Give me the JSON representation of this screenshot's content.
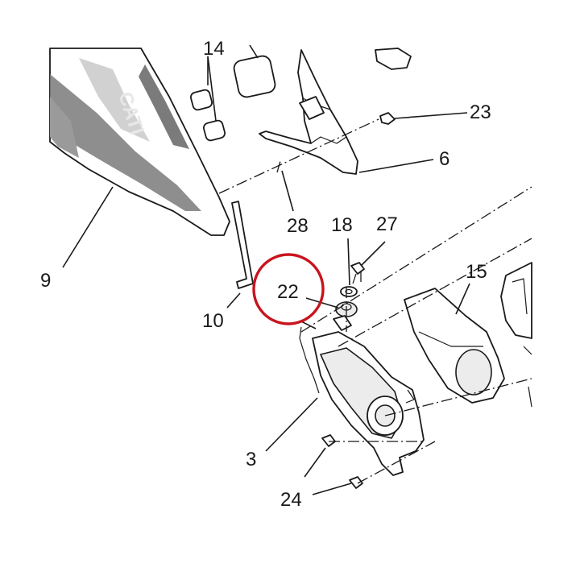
{
  "diagram": {
    "callouts": {
      "c14": "14",
      "c23": "23",
      "c6": "6",
      "c28": "28",
      "c18": "18",
      "c27": "27",
      "c15": "15",
      "c22": "22",
      "c10": "10",
      "c9": "9",
      "c3": "3",
      "c24": "24"
    },
    "fairing_lettering": "CATI",
    "highlight": {
      "target_callout": "22",
      "color": "#c8141e"
    }
  }
}
